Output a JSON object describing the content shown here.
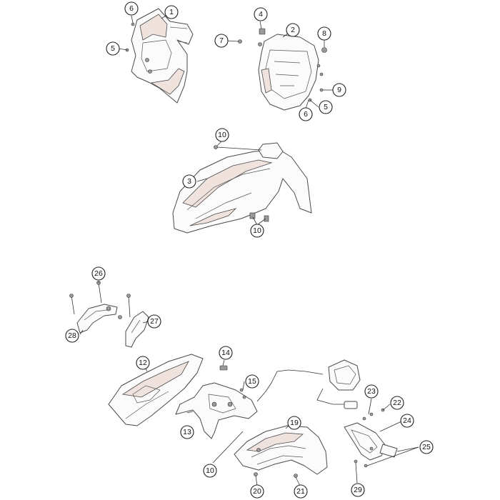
{
  "callouts": [
    {
      "label": "1"
    },
    {
      "label": "2"
    },
    {
      "label": "3"
    },
    {
      "label": "4"
    },
    {
      "label": "5"
    },
    {
      "label": "5"
    },
    {
      "label": "6"
    },
    {
      "label": "6"
    },
    {
      "label": "7"
    },
    {
      "label": "8"
    },
    {
      "label": "9"
    },
    {
      "label": "10"
    },
    {
      "label": "10"
    },
    {
      "label": "10"
    },
    {
      "label": "12"
    },
    {
      "label": "13"
    },
    {
      "label": "14"
    },
    {
      "label": "15"
    },
    {
      "label": "19"
    },
    {
      "label": "20"
    },
    {
      "label": "21"
    },
    {
      "label": "22"
    },
    {
      "label": "23"
    },
    {
      "label": "24"
    },
    {
      "label": "25"
    },
    {
      "label": "26"
    },
    {
      "label": "27"
    },
    {
      "label": "28"
    },
    {
      "label": "29"
    }
  ]
}
